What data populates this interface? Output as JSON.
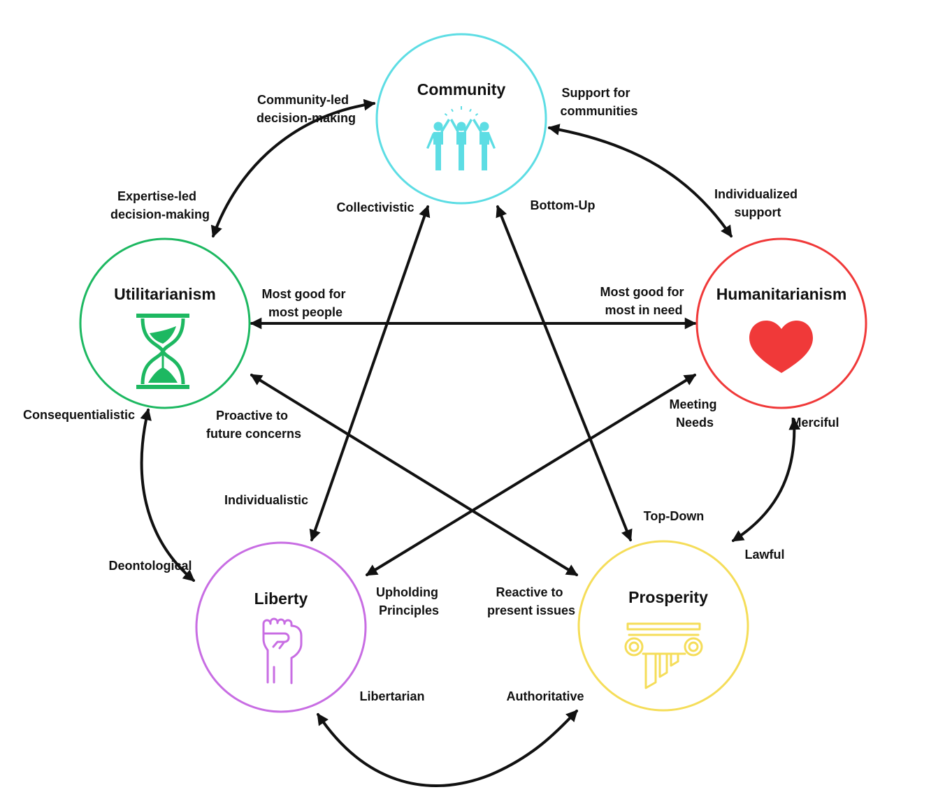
{
  "nodes": {
    "community": {
      "title": "Community",
      "color": "#5DDDE4",
      "icon": "people-cheering-icon"
    },
    "utilitarianism": {
      "title": "Utilitarianism",
      "color": "#1DB861",
      "icon": "hourglass-icon"
    },
    "humanitarianism": {
      "title": "Humanitarianism",
      "color": "#F03939",
      "icon": "heart-icon"
    },
    "liberty": {
      "title": "Liberty",
      "color": "#C86DE3",
      "icon": "raised-fist-icon"
    },
    "prosperity": {
      "title": "Prosperity",
      "color": "#F5DD59",
      "icon": "column-capital-icon"
    }
  },
  "labels": {
    "community_led": [
      "Community-led",
      "decision-making"
    ],
    "support_communities": [
      "Support for",
      "communities"
    ],
    "expertise_led": [
      "Expertise-led",
      "decision-making"
    ],
    "individualized": [
      "Individualized",
      "support"
    ],
    "collectivistic": [
      "Collectivistic"
    ],
    "bottom_up": [
      "Bottom-Up"
    ],
    "most_good_people": [
      "Most good for",
      "most people"
    ],
    "most_good_need": [
      "Most good for",
      "most in need"
    ],
    "consequentialistic": [
      "Consequentialistic"
    ],
    "proactive": [
      "Proactive to",
      "future concerns"
    ],
    "meeting_needs": [
      "Meeting",
      "Needs"
    ],
    "merciful": [
      "Merciful"
    ],
    "individualistic": [
      "Individualistic"
    ],
    "top_down": [
      "Top-Down"
    ],
    "lawful": [
      "Lawful"
    ],
    "deontological": [
      "Deontological"
    ],
    "upholding": [
      "Upholding",
      "Principles"
    ],
    "reactive": [
      "Reactive to",
      "present issues"
    ],
    "libertarian": [
      "Libertarian"
    ],
    "authoritative": [
      "Authoritative"
    ]
  }
}
